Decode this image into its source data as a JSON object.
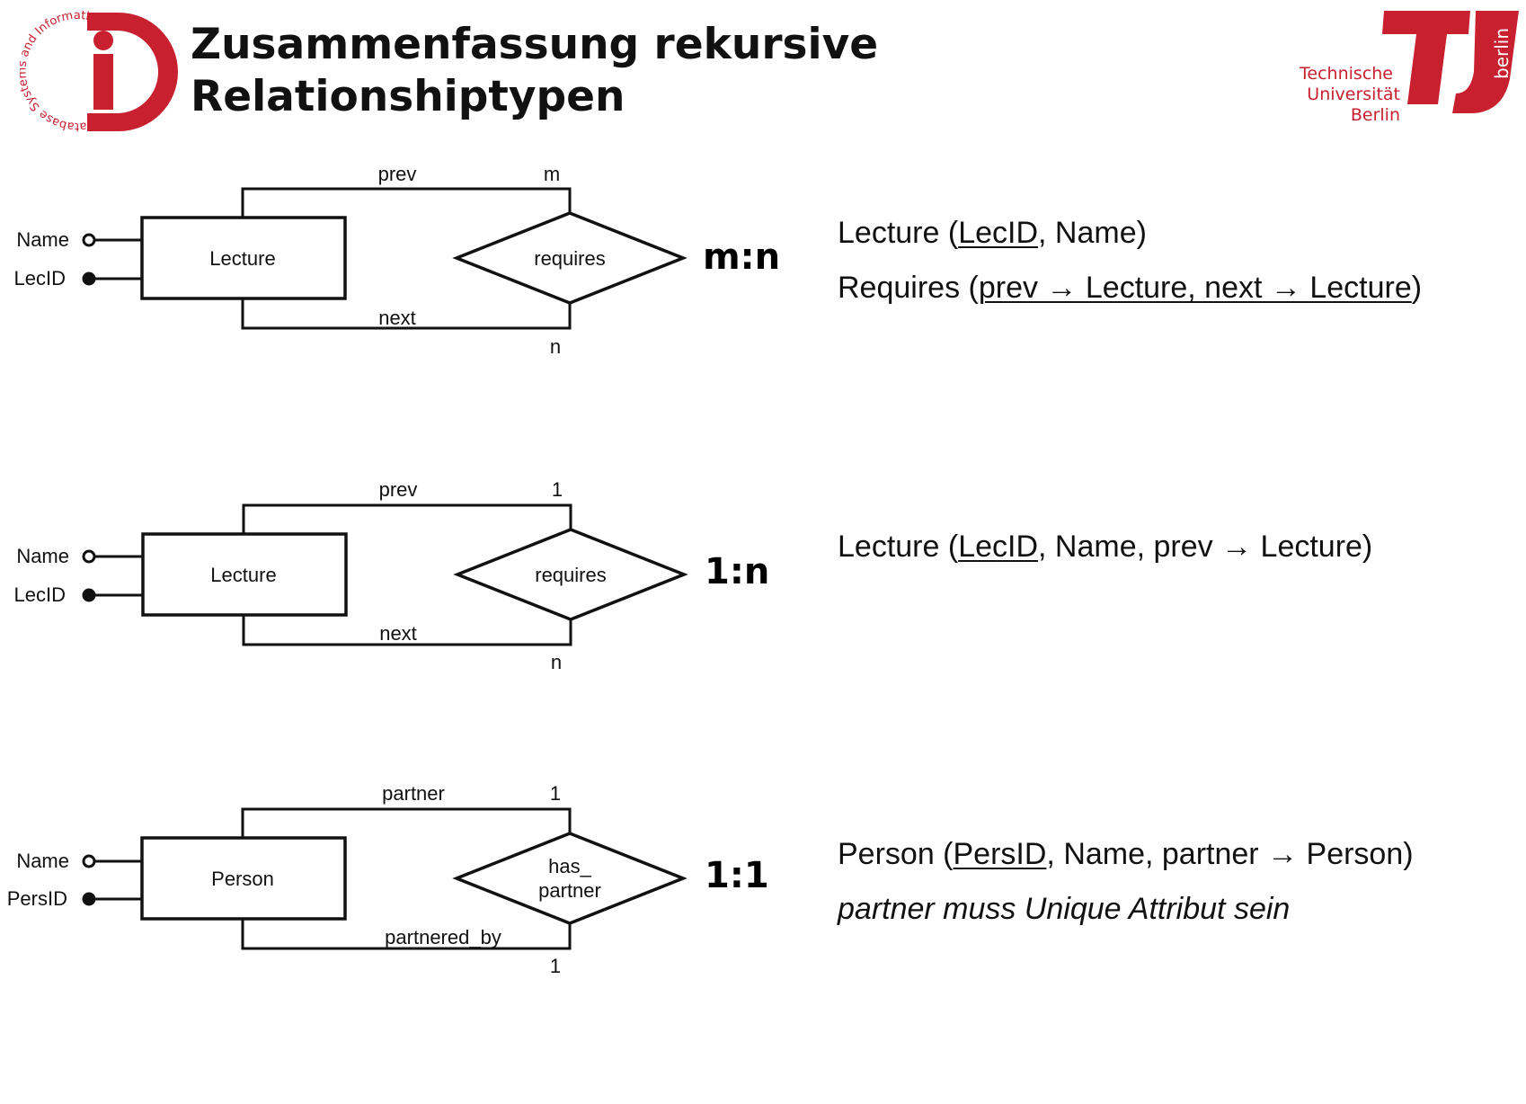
{
  "header": {
    "title_line1": "Zusammenfassung rekursive",
    "title_line2": "Relationshiptypen",
    "dima_logo_text": "Database Systems and Information Management",
    "dima_logo_letter": "iD",
    "tu_logo_line1": "Technische",
    "tu_logo_line2": "Universität",
    "tu_logo_line3": "Berlin",
    "tu_logo_side": "berlin",
    "brand_color": "#c8202f"
  },
  "diagrams": [
    {
      "entity": "Lecture",
      "attributes": [
        "Name",
        "LecID"
      ],
      "relationship": "requires",
      "top_role": "prev",
      "top_card": "m",
      "bottom_role": "next",
      "bottom_card": "n",
      "cardinality": "m:n"
    },
    {
      "entity": "Lecture",
      "attributes": [
        "Name",
        "LecID"
      ],
      "relationship": "requires",
      "top_role": "prev",
      "top_card": "1",
      "bottom_role": "next",
      "bottom_card": "n",
      "cardinality": "1:n"
    },
    {
      "entity": "Person",
      "attributes": [
        "Name",
        "PersID"
      ],
      "relationship_line1": "has_",
      "relationship_line2": "partner",
      "top_role": "partner",
      "top_card": "1",
      "bottom_role": "partnered_by",
      "bottom_card": "1",
      "cardinality": "1:1"
    }
  ],
  "schemas": {
    "s1a": {
      "pre": "Lecture (",
      "key": "LecID",
      "post": ", Name)"
    },
    "s1b": {
      "pre": "Requires (",
      "key": "prev → Lecture, next → Lecture",
      "post": ")"
    },
    "s2a": {
      "pre": "Lecture (",
      "key": "LecID",
      "post": ", Name, prev → Lecture)"
    },
    "s3a": {
      "pre": "Person (",
      "key": "PersID",
      "post": ", Name, partner → Person)"
    },
    "s3b": "partner muss Unique Attribut sein"
  }
}
